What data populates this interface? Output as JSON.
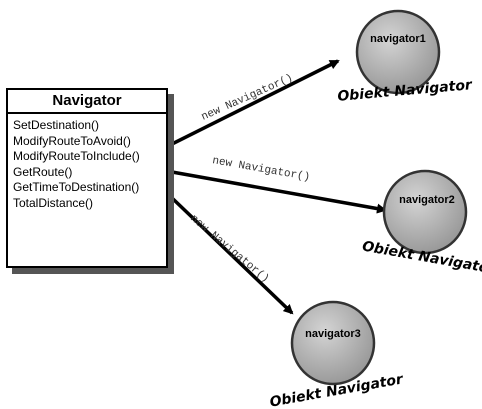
{
  "class": {
    "name": "Navigator",
    "methods": [
      "SetDestination()",
      "ModifyRouteToAvoid()",
      "ModifyRouteToInclude()",
      "GetRoute()",
      "GetTimeToDestination()",
      "TotalDistance()"
    ]
  },
  "arrows": [
    {
      "label": "new Navigator()"
    },
    {
      "label": "new Navigator()"
    },
    {
      "label": "new Navigator()"
    }
  ],
  "objects": [
    {
      "name": "navigator1",
      "caption": "Obiekt Navigator"
    },
    {
      "name": "navigator2",
      "caption": "Obiekt Navigator"
    },
    {
      "name": "navigator3",
      "caption": "Obiekt Navigator"
    }
  ],
  "colors": {
    "object_fill": "#bdbdbd",
    "object_stroke": "#333333",
    "arrow": "#000000"
  }
}
